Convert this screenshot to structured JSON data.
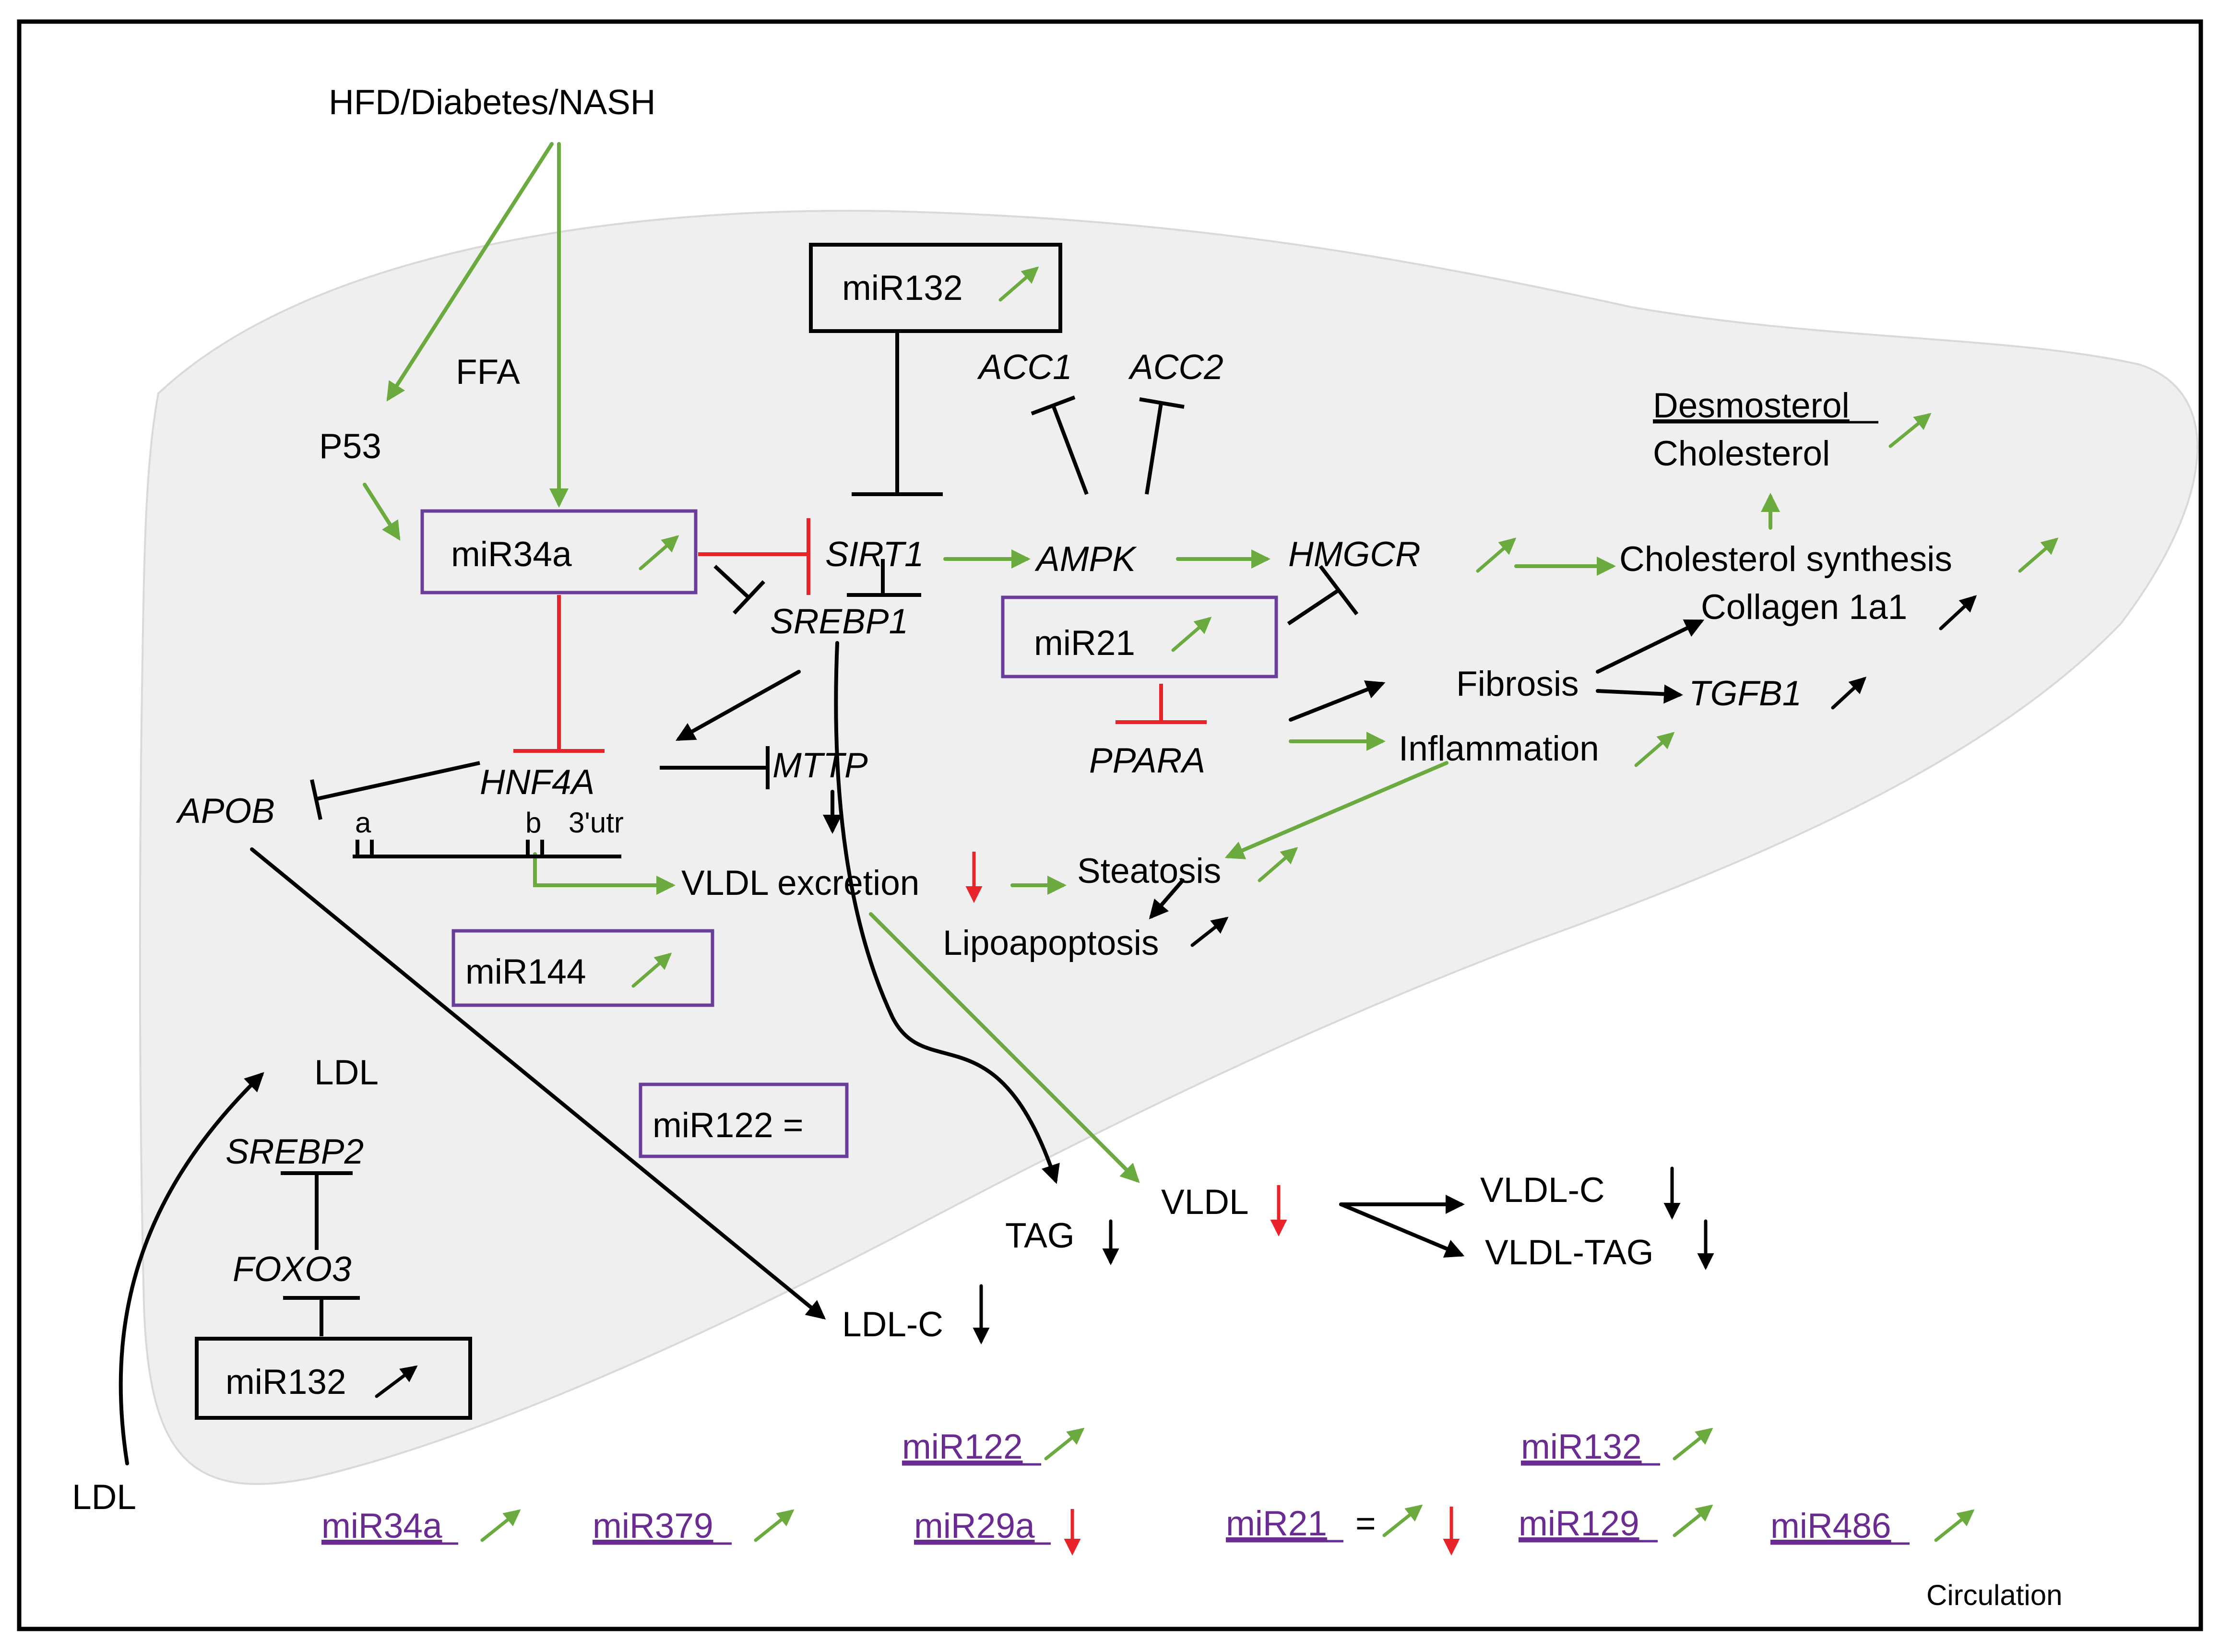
{
  "labels": {
    "hfd": "HFD/Diabetes/NASH",
    "ffa": "FFA",
    "p53": "P53",
    "mir34a": "miR34a",
    "sirt1": "SIRT1",
    "srebp1": "SREBP1",
    "mir132_top": "miR132",
    "acc1": "ACC1",
    "acc2": "ACC2",
    "ampk": "AMPK",
    "hmgcr": "HMGCR",
    "mir21": "miR21",
    "ppara": "PPARA",
    "desmosterol": "Desmosterol",
    "cholesterol": "Cholesterol",
    "chol_synth": "Cholesterol synthesis",
    "collagen": "Collagen 1a1",
    "fibrosis": "Fibrosis",
    "tgfb1": "TGFB1",
    "inflammation": "Inflammation",
    "apob": "APOB",
    "hnf4a": "HNF4A",
    "mttp": "MTTP",
    "site_a": "a",
    "site_b": "b",
    "utr": "3'utr",
    "vldl_excretion": "VLDL excretion",
    "steatosis": "Steatosis",
    "lipoapoptosis": "Lipoapoptosis",
    "mir144": "miR144",
    "ldl_top": "LDL",
    "srebp2": "SREBP2",
    "foxo3": "FOXO3",
    "mir132_bottom": "miR132",
    "mir122_box": "miR122 =",
    "tag": "TAG",
    "vldl": "VLDL",
    "vldl_c": "VLDL-C",
    "vldl_tag": "VLDL-TAG",
    "ldl_c": "LDL-C",
    "ldl_bottom": "LDL",
    "circulation": "Circulation"
  },
  "circulation_mirnas": {
    "mir122": "miR122",
    "mir132": "miR132",
    "mir34a": "miR34a",
    "mir379": "miR379",
    "mir29a": "miR29a",
    "mir21": "miR21",
    "mir21_equals": "=",
    "mir129": "miR129",
    "mir486": "miR486"
  },
  "colors": {
    "activation": "#6aaa3f",
    "inhibition": "#e8232a",
    "neutral": "#000000",
    "mirna_box": "#6a3d9a",
    "mirna_text": "#6a2c91",
    "liver_fill": "#efefef"
  }
}
